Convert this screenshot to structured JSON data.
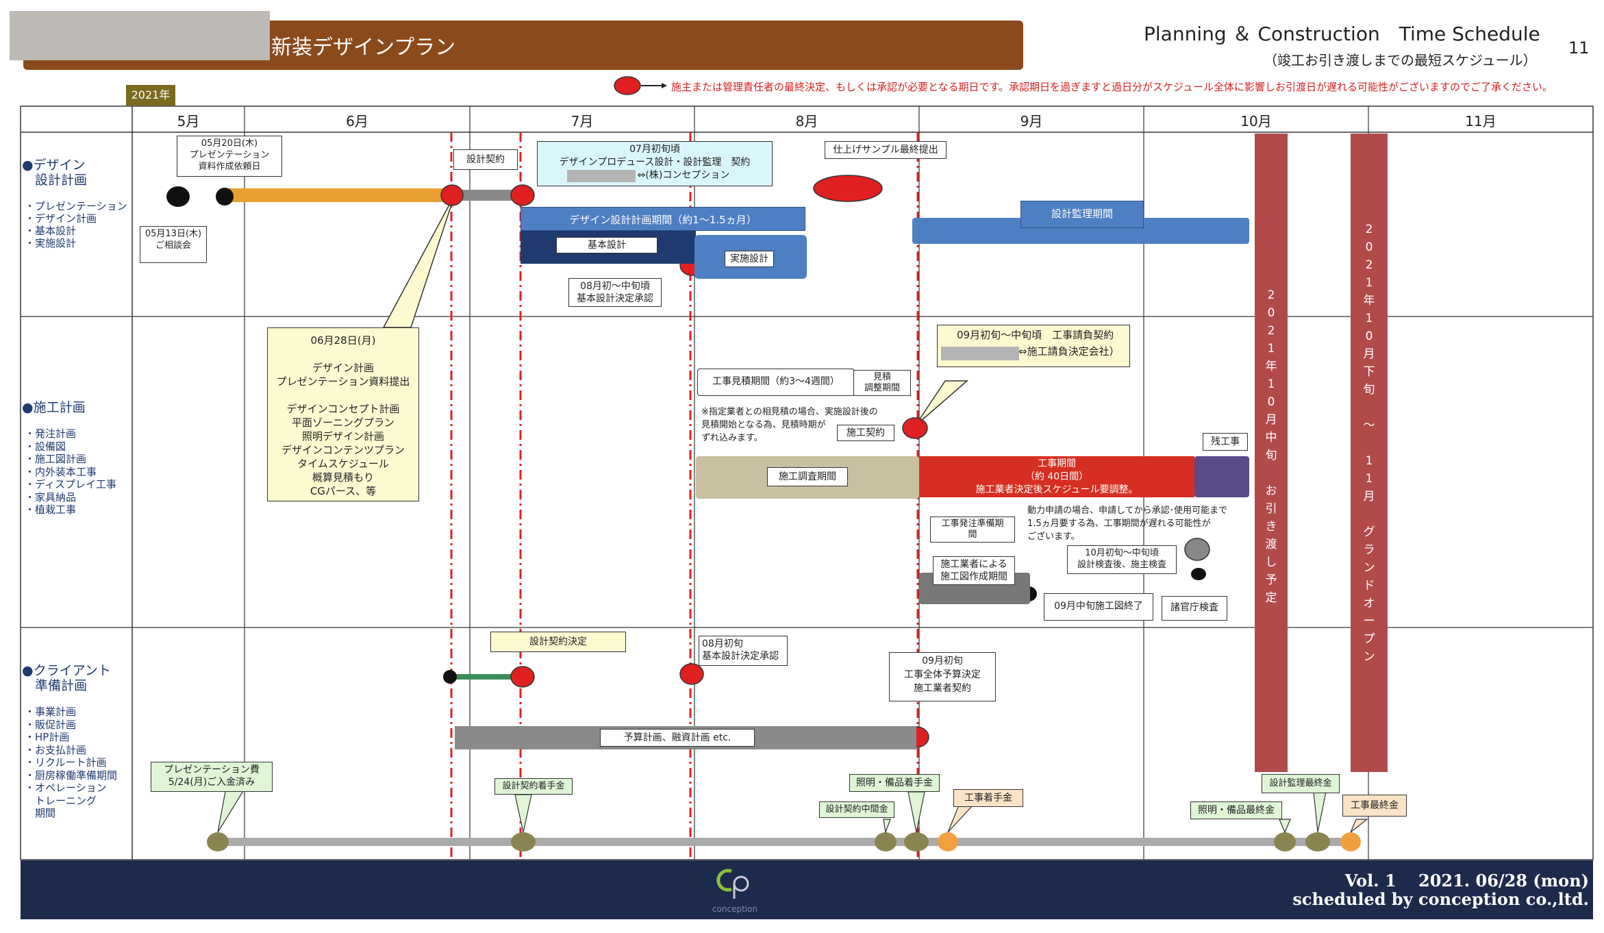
{
  "header": {
    "title": "新装デザインプラン",
    "schedule_title": "Planning ＆ Construction　Time Schedule",
    "schedule_subtitle": "（竣工お引き渡しまでの最短スケジュール）",
    "page_number": "11",
    "year_tag": "2021年",
    "legend_note": "施主または管理責任者の最終決定、もしくは承認が必要となる期日です。承認期日を過ぎますと過日分がスケジュール全体に影響しお引渡日が遅れる可能性がございますのでご了承ください。"
  },
  "months": [
    "5月",
    "6月",
    "7月",
    "8月",
    "9月",
    "10月",
    "11月"
  ],
  "sections": {
    "design": {
      "title": "●デザイン\n　設計計画",
      "items": "・プレゼンテーション\n・デザイン計画\n・基本設計\n・実施設計"
    },
    "construction": {
      "title": "●施工計画",
      "items": "・発注計画\n・設備図\n・施工図計画\n・内外装本工事\n・ディスプレイ工事\n・家具納品\n・植栽工事"
    },
    "client": {
      "title": "●クライアント\n　準備計画",
      "items": "・事業計画\n・販促計画\n・HP計画\n・お支払計画\n・リクルート計画\n・厨房稼働準備期間\n・オペレーション\n　トレーニング\n　期間"
    }
  },
  "labels": {
    "may20": "05月20日(木)\nプレゼンテーション\n資料作成依頼日",
    "may13": "05月13日(木)\nご相談会",
    "design_contract": "設計契約",
    "july_contract": "07月初旬頃\nデザインプロデュース設計・設計監理　契約\n　　　　　　⇔(株)コンセプション",
    "sample_final": "仕上げサンプル最終提出",
    "design_period": "デザイン設計計画期間（約1〜1.5ヵ月）",
    "basic_design": "基本設計",
    "detail_design": "実施設計",
    "aug_approval": "08月初〜中旬頃\n基本設計決定承認",
    "supervision_period": "設計監理期間",
    "june28": "06月28日(月)\n\nデザイン計画\nプレゼンテーション資料提出\n\nデザインコンセプト計画\n平面ゾーニングプラン\n照明デザイン計画\nデザインコンテンツプラン\nタイムスケジュール\n概算見積もり\nCGパース、等",
    "sept_contract": "09月初旬〜中旬頃　工事請負契約\n　　　　　　⇔施工請負決定会社）",
    "estimate_period": "工事見積期間（約3〜4週間）",
    "estimate_adjust": "見積\n調整期間",
    "estimate_note": "※指定業者との相見積の場合、実施設計後の\n見積開始となる為、見積時期が\nずれ込みます。",
    "construction_contract": "施工契約",
    "survey_period": "施工調査期間",
    "construction_period": "工事期間\n（約 40日間）\n施工業者決定後スケジュール要調整。",
    "remaining_work": "残工事",
    "order_prep": "工事発注準備期\n間",
    "shop_drawing": "施工業者による\n施工図作成期間",
    "permit_note": "動力申請の場合、申請してから承認･使用可能まで\n1.5ヵ月要する為、工事期間が遅れる可能性が\nございます。",
    "oct_inspection": "10月初旬〜中旬頃\n設計検査後、施主検査",
    "sept_drawing_end": "09月中旬施工図終了",
    "gov_inspection": "諸官庁検査",
    "design_contract_decision": "設計契約決定",
    "aug_early": "08月初旬\n基本設計決定承認",
    "sept_early": "09月初旬\n工事全体予算決定\n施工業者契約",
    "budget_plan": "予算計画、融資計画 etc.",
    "presentation_fee": "プレゼンテーション費\n5/24(月)ご入金済み",
    "design_deposit": "設計契約着手金",
    "lighting_deposit": "照明・備品着手金",
    "design_interim": "設計契約中間金",
    "construction_deposit": "工事着手金",
    "lighting_final": "照明・備品最終金",
    "supervision_final": "設計監理最終金",
    "construction_final": "工事最終金",
    "handover": "2\n0\n2\n1\n年\n1\n0\n月\n中\n旬\n\nお\n引\nき\n渡\nし\n予\n定",
    "grand_open": "2\n0\n2\n1\n年\n1\n0\n月\n下\n旬\n\n〜\n\n1\n1\n月\n\nグ\nラ\nン\nド\nオ\nー\nプ\nン"
  },
  "footer": {
    "logo_text": "conception",
    "vol": "Vol. 1　 2021. 06/28 (mon)",
    "credit": "scheduled by conception co.,ltd."
  },
  "colors": {
    "header_bar": "#8b4a1c",
    "footer_bar": "#1e2a4c",
    "deadline_red": "#e02020",
    "design_blue": "#4f7fc3",
    "dark_navy": "#1f3a6e",
    "orange": "#e8a030",
    "tan": "#c8c0a0",
    "construction_red": "#d62e22",
    "purple": "#5a4a88",
    "milestone_column": "#b24a4a",
    "payment_dot": "#8a8450"
  }
}
